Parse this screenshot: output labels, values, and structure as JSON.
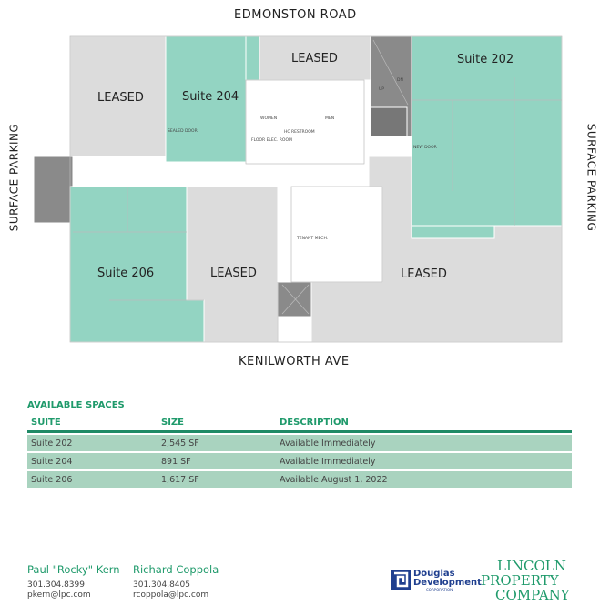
{
  "plan": {
    "top_road": "EDMONSTON ROAD",
    "bottom_road": "KENILWORTH AVE",
    "left_label": "SURFACE PARKING",
    "right_label": "SURFACE PARKING",
    "labels": {
      "leased_nw": "LEASED",
      "suite_204": "Suite 204",
      "leased_top": "LEASED",
      "suite_202": "Suite 202",
      "suite_206": "Suite 206",
      "leased_mid": "LEASED",
      "leased_se": "LEASED",
      "women": "WOMEN",
      "men": "MEN",
      "hc": "HC RESTROOM",
      "floor_elec": "FLOOR ELEC. ROOM",
      "tenant_mech": "TENANT MECH.",
      "sealed_door": "SEALED DOOR",
      "new_door": "NEW DOOR",
      "up": "UP",
      "dn": "DN"
    },
    "colors": {
      "available": "#93d4c2",
      "leased": "#dcdcdc",
      "core": "#8a8a8a"
    }
  },
  "available_spaces": {
    "title": "AVAILABLE SPACES",
    "columns": [
      "SUITE",
      "SIZE",
      "DESCRIPTION"
    ],
    "rows": [
      {
        "suite": "Suite 202",
        "size": "2,545 SF",
        "description": "Available Immediately"
      },
      {
        "suite": "Suite 204",
        "size": "891 SF",
        "description": "Available Immediately"
      },
      {
        "suite": "Suite 206",
        "size": "1,617 SF",
        "description": "Available August 1, 2022"
      }
    ]
  },
  "contacts": [
    {
      "name": "Paul \"Rocky\" Kern",
      "phone": "301.304.8399",
      "email": "pkern@lpc.com"
    },
    {
      "name": "Richard Coppola",
      "phone": "301.304.8405",
      "email": "rcoppola@lpc.com"
    }
  ],
  "logos": {
    "douglas": [
      "Douglas",
      "Development",
      "CORPORATION"
    ],
    "lincoln": [
      "LINCOLN",
      "PROPERTY",
      "COMPANY"
    ]
  }
}
